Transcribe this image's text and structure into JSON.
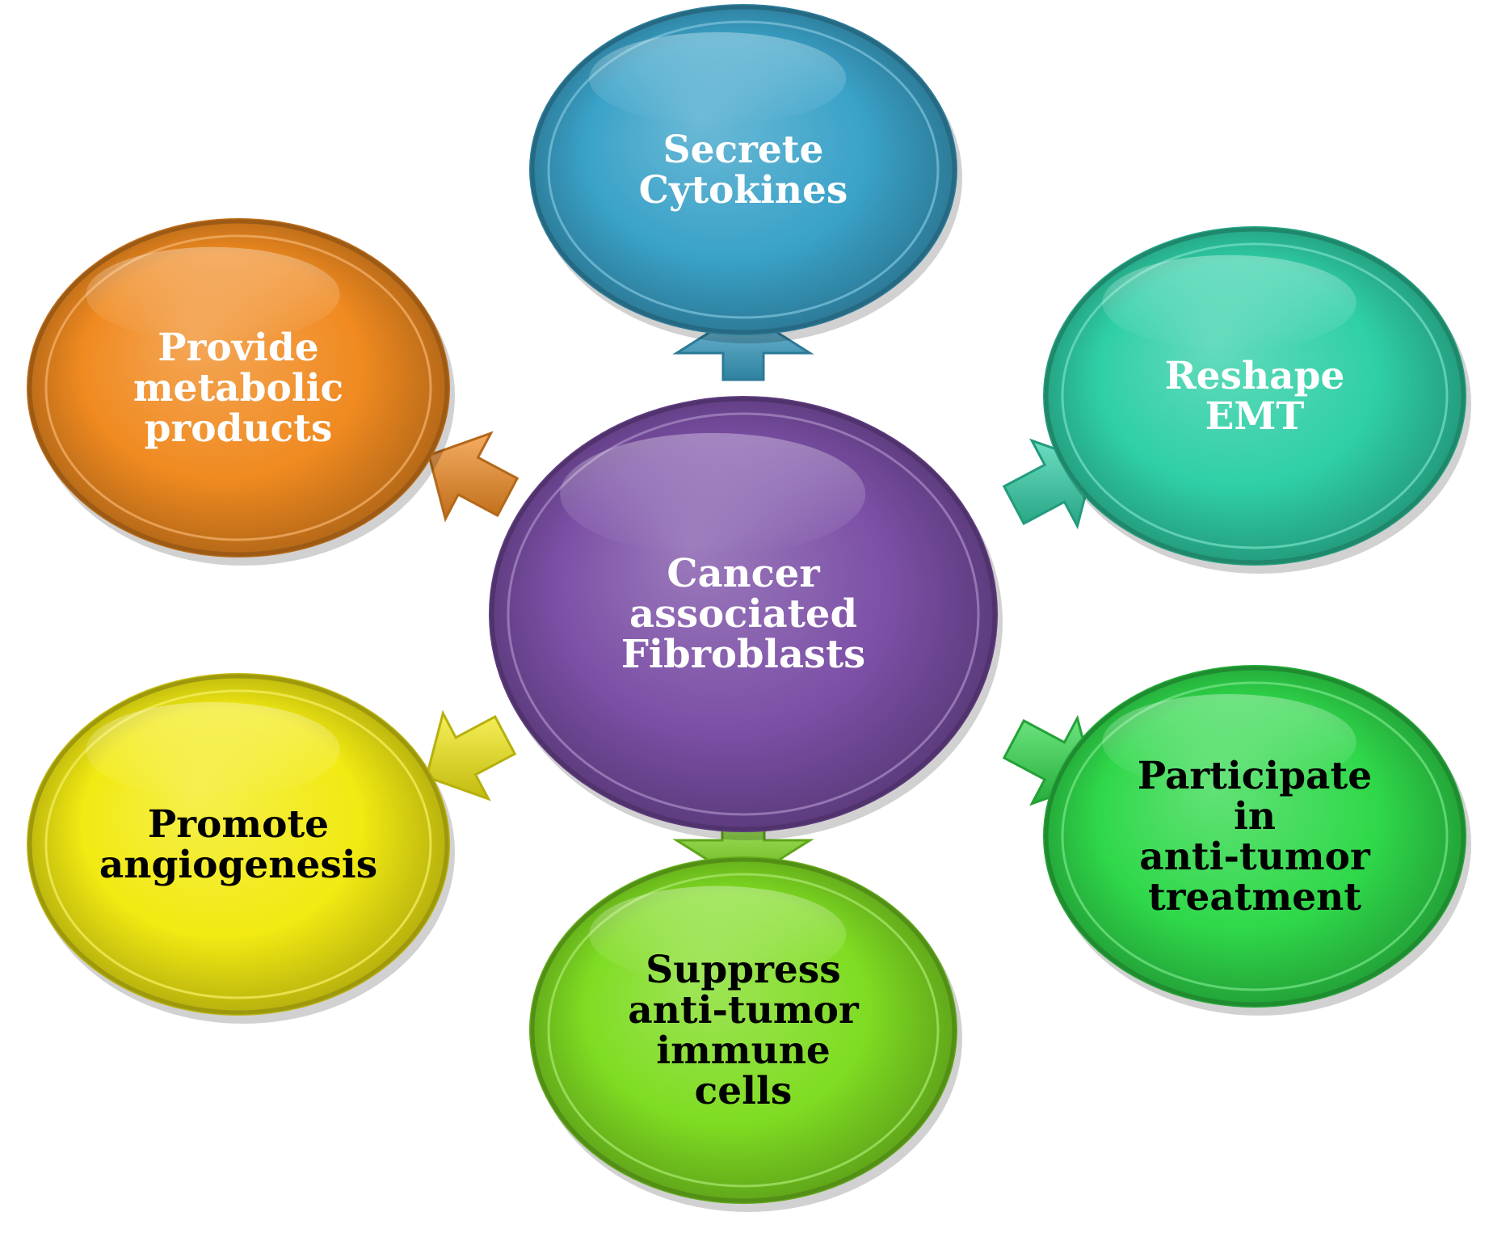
{
  "center": {
    "label_lines": [
      "Cancer",
      "associated",
      "Fibroblasts"
    ],
    "color": "#7b4fa6"
  },
  "nodes": [
    {
      "id": "secrete-cytokines",
      "label_lines": [
        "Secrete",
        "Cytokines"
      ],
      "color": "#3aa2c8",
      "text_color": "#ffffff",
      "arrow_direction": "up"
    },
    {
      "id": "reshape-emt",
      "label_lines": [
        "Reshape",
        "EMT"
      ],
      "color": "#2fcfa6",
      "text_color": "#ffffff",
      "arrow_direction": "up-right"
    },
    {
      "id": "participate-anti-tumor-treatment",
      "label_lines": [
        "Participate",
        "in",
        "anti-tumor",
        "treatment"
      ],
      "color": "#2fd84a",
      "text_color": "#000000",
      "arrow_direction": "down-right"
    },
    {
      "id": "suppress-anti-tumor-immune-cells",
      "label_lines": [
        "Suppress",
        "anti-tumor",
        "immune",
        "cells"
      ],
      "color": "#7fdc22",
      "text_color": "#000000",
      "arrow_direction": "down"
    },
    {
      "id": "promote-angiogenesis",
      "label_lines": [
        "Promote",
        "angiogenesis"
      ],
      "color": "#f2ea12",
      "text_color": "#000000",
      "arrow_direction": "down-left"
    },
    {
      "id": "provide-metabolic-products",
      "label_lines": [
        "Provide",
        "metabolic",
        "products"
      ],
      "color": "#f08a20",
      "text_color": "#ffffff",
      "arrow_direction": "up-left"
    }
  ]
}
